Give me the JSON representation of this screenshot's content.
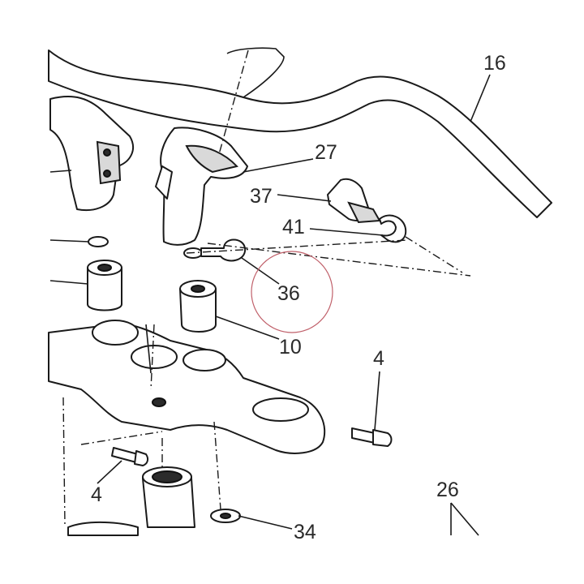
{
  "callouts": {
    "c16": "16",
    "c27": "27",
    "c37": "37",
    "c41": "41",
    "c36": "36",
    "c10": "10",
    "c4a": "4",
    "c4b": "4",
    "c26": "26",
    "c34": "34"
  },
  "colors": {
    "highlight_circle": "#c0606a",
    "line": "#1a1a1a"
  }
}
